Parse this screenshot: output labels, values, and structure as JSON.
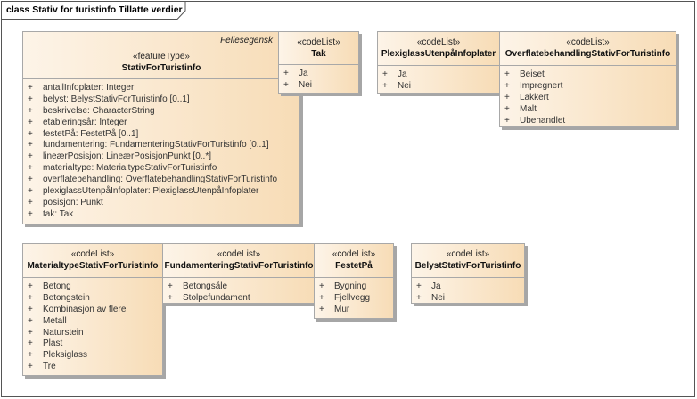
{
  "diagram": {
    "title": "class Stativ for turistinfo Tillatte verdier"
  },
  "colors": {
    "box_left": "#fdf4e8",
    "box_right": "#f7dcb6",
    "border": "#a8a8a8",
    "shadow": "#a6a6a6"
  },
  "classes": [
    {
      "id": "main",
      "stereotype": "«featureType»",
      "name": "StativForTuristinfo",
      "tag": "Fellesegensk",
      "items": [
        "antallInfoplater: Integer",
        "belyst: BelystStativForTuristinfo [0..1]",
        "beskrivelse: CharacterString",
        "etableringsår: Integer",
        "festetPå: FestetPå [0..1]",
        "fundamentering: FundamenteringStativForTuristinfo [0..1]",
        "lineærPosisjon: LineærPosisjonPunkt [0..*]",
        "materialtype: MaterialtypeStativForTuristinfo",
        "overflatebehandling: OverflatebehandlingStativForTuristinfo",
        "plexiglassUtenpåInfoplater: PlexiglassUtenpåInfoplater",
        "posisjon: Punkt",
        "tak: Tak"
      ]
    },
    {
      "id": "tak",
      "stereotype": "«codeList»",
      "name": "Tak",
      "items": [
        "Ja",
        "Nei"
      ]
    },
    {
      "id": "plexi",
      "stereotype": "«codeList»",
      "name": "PlexiglassUtenpåInfoplater",
      "items": [
        "Ja",
        "Nei"
      ]
    },
    {
      "id": "overflate",
      "stereotype": "«codeList»",
      "name": "OverflatebehandlingStativForTuristinfo",
      "items": [
        "Beiset",
        "Impregnert",
        "Lakkert",
        "Malt",
        "Ubehandlet"
      ]
    },
    {
      "id": "material",
      "stereotype": "«codeList»",
      "name": "MaterialtypeStativForTuristinfo",
      "items": [
        "Betong",
        "Betongstein",
        "Kombinasjon av flere",
        "Metall",
        "Naturstein",
        "Plast",
        "Pleksiglass",
        "Tre"
      ]
    },
    {
      "id": "fund",
      "stereotype": "«codeList»",
      "name": "FundamenteringStativForTuristinfo",
      "items": [
        "Betongsåle",
        "Stolpefundament"
      ]
    },
    {
      "id": "festet",
      "stereotype": "«codeList»",
      "name": "FestetPå",
      "items": [
        "Bygning",
        "Fjellvegg",
        "Mur"
      ]
    },
    {
      "id": "belyst",
      "stereotype": "«codeList»",
      "name": "BelystStativForTuristinfo",
      "items": [
        "Ja",
        "Nei"
      ]
    }
  ]
}
